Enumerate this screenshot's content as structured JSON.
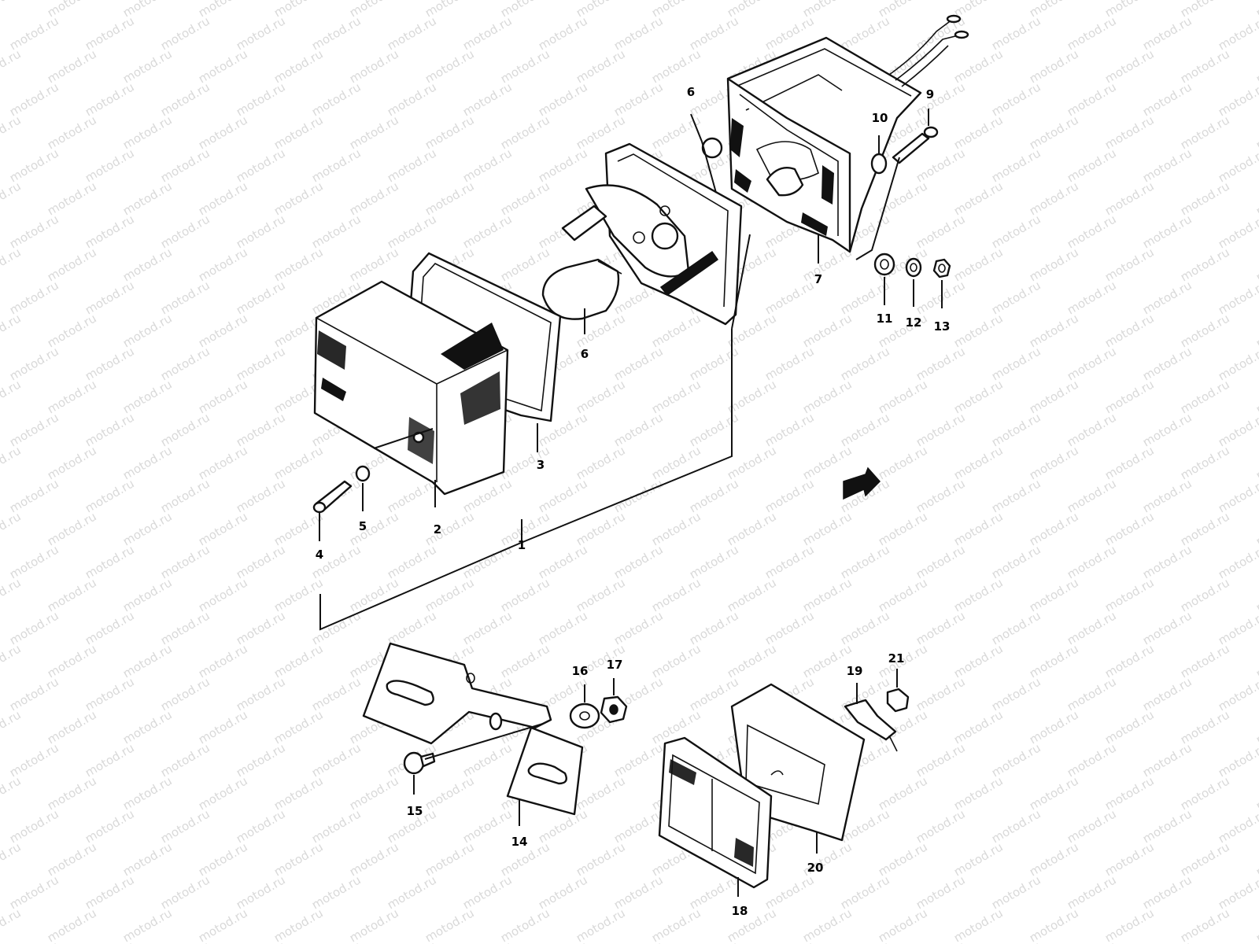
{
  "watermark": "motod.ru",
  "callouts": [
    {
      "id": "1",
      "text": "1"
    },
    {
      "id": "2",
      "text": "2"
    },
    {
      "id": "3",
      "text": "3"
    },
    {
      "id": "4",
      "text": "4"
    },
    {
      "id": "5",
      "text": "5"
    },
    {
      "id": "6a",
      "text": "6"
    },
    {
      "id": "6b",
      "text": "6"
    },
    {
      "id": "7",
      "text": "7"
    },
    {
      "id": "9",
      "text": "9"
    },
    {
      "id": "10",
      "text": "10"
    },
    {
      "id": "11",
      "text": "11"
    },
    {
      "id": "12",
      "text": "12"
    },
    {
      "id": "13",
      "text": "13"
    },
    {
      "id": "14",
      "text": "14"
    },
    {
      "id": "15",
      "text": "15"
    },
    {
      "id": "16",
      "text": "16"
    },
    {
      "id": "17",
      "text": "17"
    },
    {
      "id": "18",
      "text": "18"
    },
    {
      "id": "19",
      "text": "19"
    },
    {
      "id": "20",
      "text": "20"
    },
    {
      "id": "21",
      "text": "21"
    }
  ],
  "colors": {
    "ink": "#111111",
    "background": "#ffffff",
    "watermark": "#d9d9d9"
  }
}
